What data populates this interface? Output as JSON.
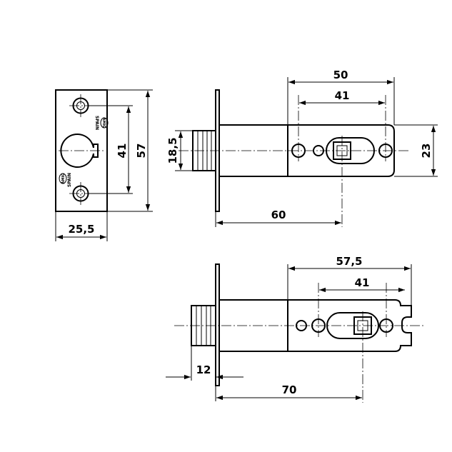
{
  "dimensions": {
    "plate_width": "25,5",
    "plate_height": "57",
    "plate_hole_spacing": "41",
    "upper_overall": "50",
    "upper_hole_spacing": "41",
    "upper_bolt_dia": "18,5",
    "upper_case_height": "23",
    "upper_backset": "60",
    "lower_overall": "57,5",
    "lower_hole_spacing": "41",
    "lower_bolt_projection": "12",
    "lower_backset": "70"
  },
  "brand": {
    "mark": "AMIG",
    "country": "SPAIN"
  },
  "icons": {
    "arrow": "arrowhead-icon",
    "logo": "brand-logo-icon"
  },
  "colors": {
    "ink": "#000000",
    "paper": "#ffffff"
  }
}
